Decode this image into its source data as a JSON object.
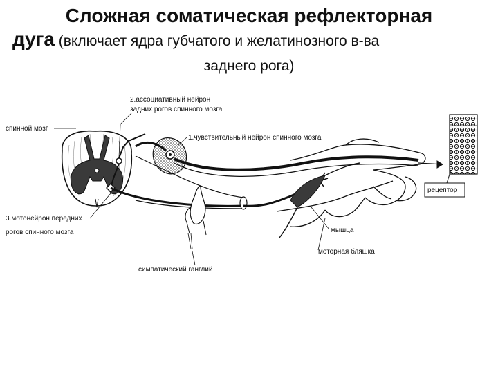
{
  "title": {
    "main_line1": "Сложная соматическая рефлекторная",
    "main_line2_bold": "дуга",
    "main_line2_rest": " (включает ядра губчатого и желатинозного в-ва",
    "line3": "заднего рога)"
  },
  "labels": {
    "assoc_neuron_1": "2.ассоциативный нейрон",
    "assoc_neuron_2": "задних рогов спинного мозга",
    "spinal_cord": "спинной мозг",
    "sensory_neuron": "1.чувствительный нейрон спинного  мозга",
    "motor_neuron_1": "3.мотонейрон передних",
    "motor_neuron_2": "рогов спинного мозга",
    "muscle": "мышца",
    "motor_plaque": "моторная бляшка",
    "ganglion": "симпатический ганглий",
    "receptor": "рецептор"
  }
}
